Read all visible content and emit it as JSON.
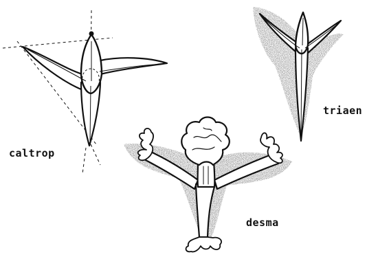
{
  "labels": {
    "caltrop": "caltrop",
    "triaen": "triaen",
    "desma": "desma"
  },
  "colors": {
    "ink": "#111111",
    "background": "#ffffff",
    "stipple": "#555555"
  }
}
